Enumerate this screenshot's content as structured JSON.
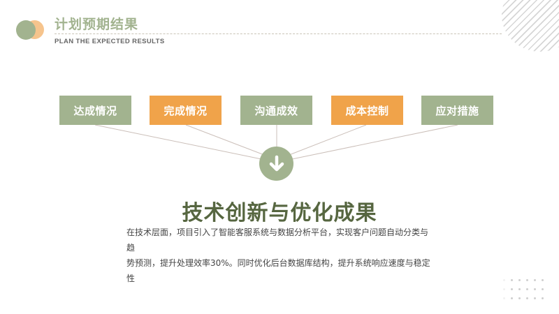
{
  "header": {
    "title": "计划预期结果",
    "subtitle": "PLAN THE EXPECTED RESULTS"
  },
  "boxes": [
    {
      "label": "达成情况",
      "color": "#a2b38f"
    },
    {
      "label": "完成情况",
      "color": "#f0a34a"
    },
    {
      "label": "沟通成效",
      "color": "#a2b38f"
    },
    {
      "label": "成本控制",
      "color": "#f0a34a"
    },
    {
      "label": "应对措施",
      "color": "#a2b38f"
    }
  ],
  "center_icon": "arrow-down-icon",
  "main": {
    "heading": "技术创新与优化成果",
    "paragraph_line1": "在技术层面，项目引入了智能客服系统与数据分析平台，实现客户问题自动分类与趋",
    "paragraph_line2": "势预测，提升处理效率30%。同时优化后台数据库结构，提升系统响应速度与稳定性"
  },
  "colors": {
    "green": "#a2b38f",
    "orange": "#f0a34a",
    "dark_green": "#566640"
  }
}
